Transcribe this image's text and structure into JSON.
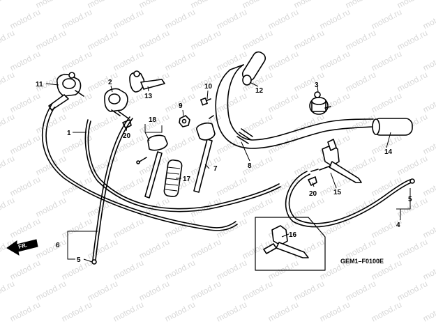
{
  "watermark_text": "motod.ru",
  "diagram_code": "GEM1–F0100E",
  "direction_label": "FR.",
  "callouts": [
    "1",
    "2",
    "3",
    "4",
    "5",
    "5",
    "6",
    "7",
    "8",
    "9",
    "10",
    "11",
    "12",
    "13",
    "14",
    "15",
    "16",
    "17",
    "18",
    "20",
    "20"
  ]
}
